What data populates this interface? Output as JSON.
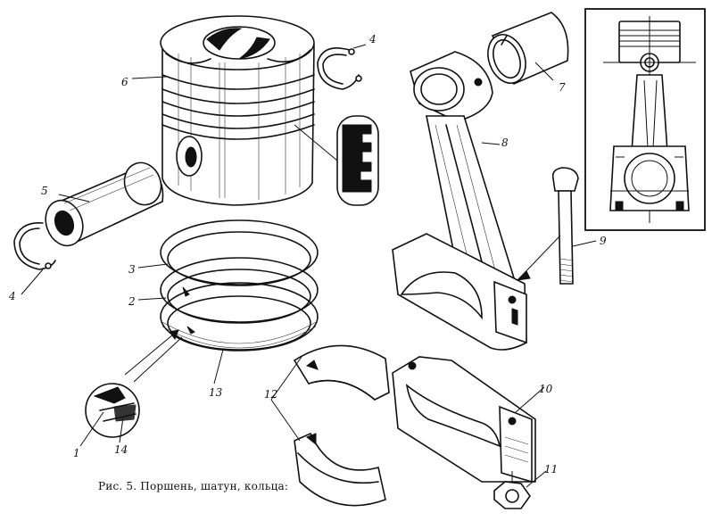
{
  "caption": "Рис. 5. Поршень, шатун, кольца:",
  "labels": {
    "l1": "1",
    "l2": "2",
    "l3": "3",
    "l4a": "4",
    "l4b": "4",
    "l5": "5",
    "l6": "6",
    "l7": "7",
    "l8": "8",
    "l9": "9",
    "l10": "10",
    "l11": "11",
    "l12": "12",
    "l13": "13",
    "l14": "14"
  }
}
